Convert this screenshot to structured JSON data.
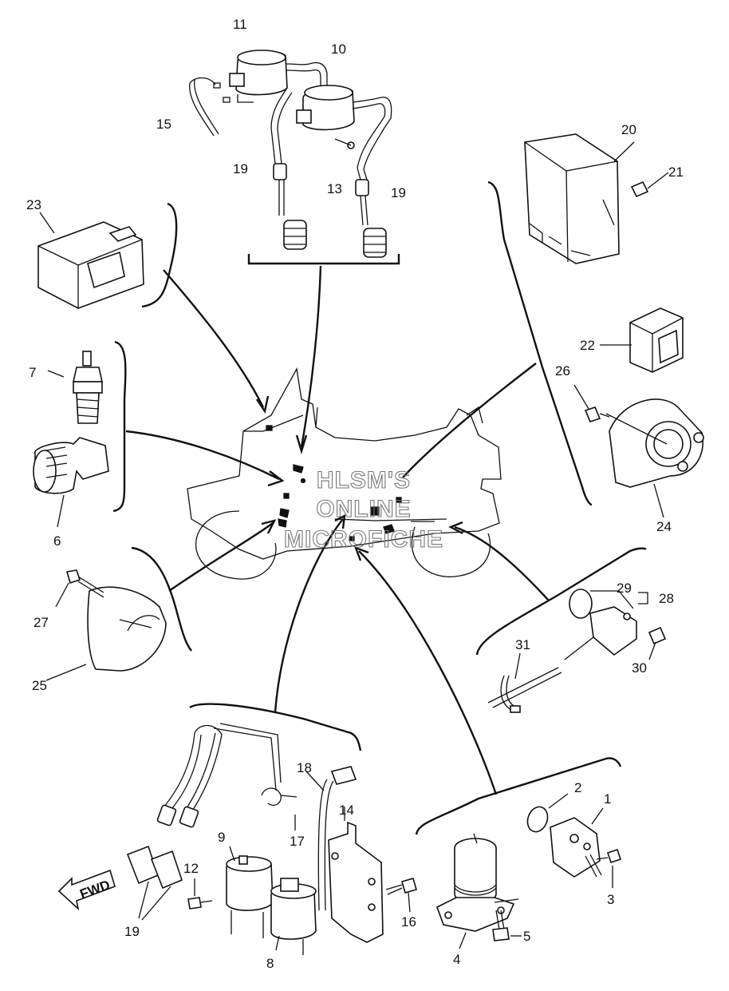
{
  "callouts": [
    {
      "id": "c1",
      "label": "1"
    },
    {
      "id": "c2",
      "label": "2"
    },
    {
      "id": "c3",
      "label": "3"
    },
    {
      "id": "c4",
      "label": "4"
    },
    {
      "id": "c5",
      "label": "5"
    },
    {
      "id": "c6",
      "label": "6"
    },
    {
      "id": "c7",
      "label": "7"
    },
    {
      "id": "c8",
      "label": "8"
    },
    {
      "id": "c9",
      "label": "9"
    },
    {
      "id": "c10",
      "label": "10"
    },
    {
      "id": "c11",
      "label": "11"
    },
    {
      "id": "c12",
      "label": "12"
    },
    {
      "id": "c13",
      "label": "13"
    },
    {
      "id": "c14",
      "label": "14"
    },
    {
      "id": "c15",
      "label": "15"
    },
    {
      "id": "c16",
      "label": "16"
    },
    {
      "id": "c17",
      "label": "17"
    },
    {
      "id": "c18",
      "label": "18"
    },
    {
      "id": "c19a",
      "label": "19"
    },
    {
      "id": "c19b",
      "label": "19"
    },
    {
      "id": "c19c",
      "label": "19"
    },
    {
      "id": "c20",
      "label": "20"
    },
    {
      "id": "c21",
      "label": "21"
    },
    {
      "id": "c22",
      "label": "22"
    },
    {
      "id": "c23",
      "label": "23"
    },
    {
      "id": "c24",
      "label": "24"
    },
    {
      "id": "c25",
      "label": "25"
    },
    {
      "id": "c26",
      "label": "26"
    },
    {
      "id": "c27",
      "label": "27"
    },
    {
      "id": "c28",
      "label": "28"
    },
    {
      "id": "c29",
      "label": "29"
    },
    {
      "id": "c30",
      "label": "30"
    },
    {
      "id": "c31",
      "label": "31"
    }
  ],
  "watermark": {
    "line1": "HLSM'S",
    "line2": "ONLINE",
    "line3": "MICROFICHE"
  },
  "fwd_label": "FWD"
}
